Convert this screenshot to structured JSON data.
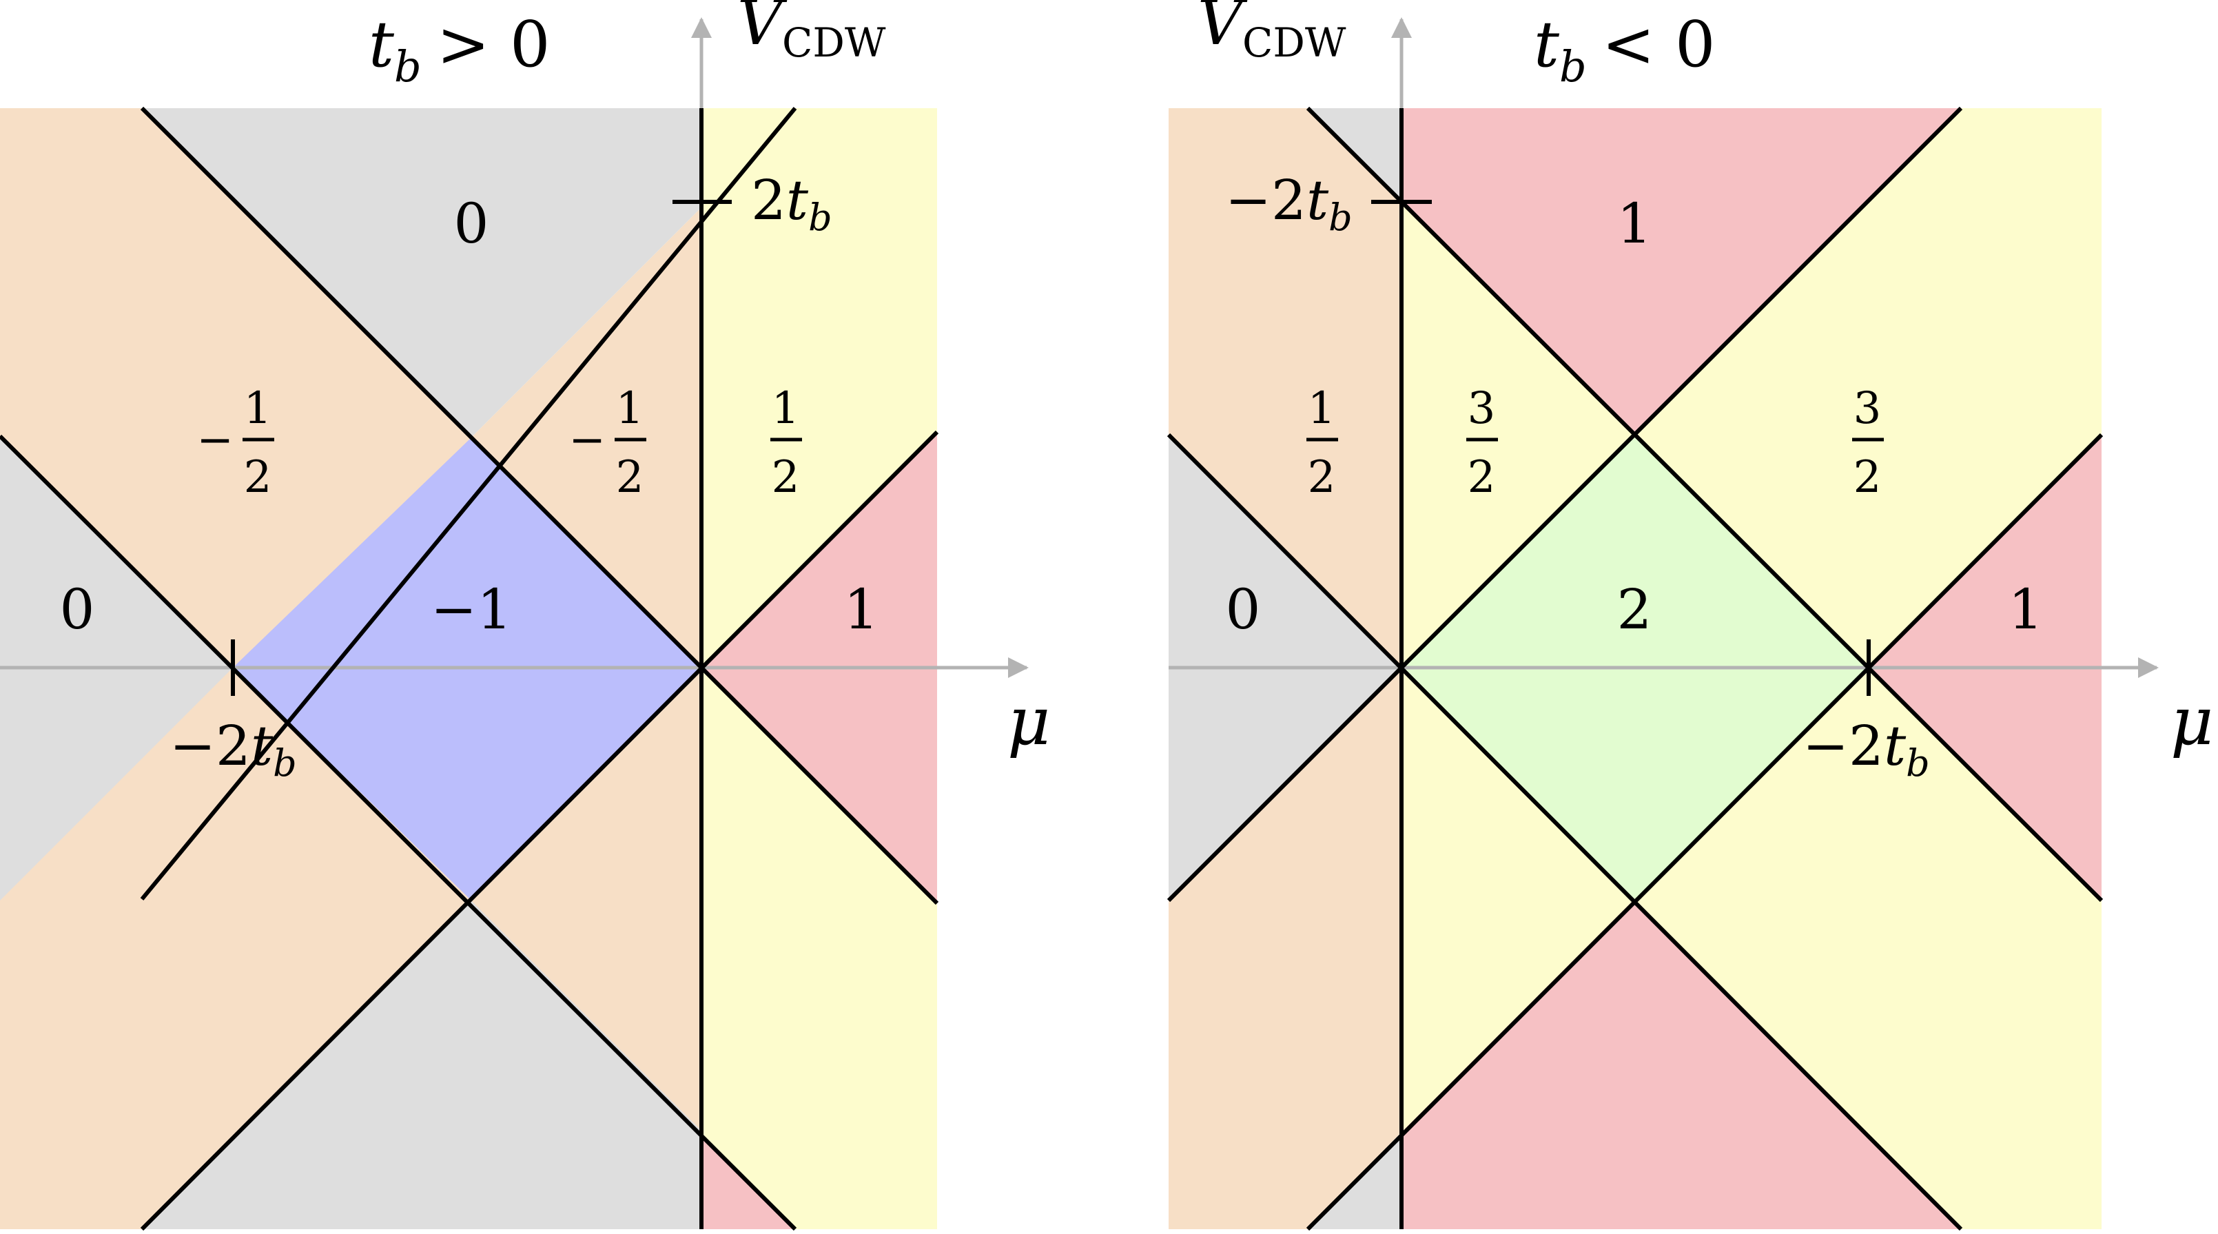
{
  "colors": {
    "gray": "#dedede",
    "orange": "#f7dfc6",
    "yellow": "#fdfccd",
    "red": "#f6c1c4",
    "blue": "#bbbefc",
    "green": "#e2fcd0",
    "axis": "#b3b3b3",
    "line": "#000000"
  },
  "panels": [
    {
      "id": "left",
      "title": {
        "lhs": "t",
        "sub": "b",
        "op": "> 0"
      },
      "axis_y_label": {
        "main": "V",
        "sub": "CDW"
      },
      "axis_x_label": "μ",
      "tick_labels": {
        "vertical": {
          "sign": "",
          "coef": "2",
          "t": "t",
          "sub": "b"
        },
        "horizontal": {
          "sign": "−",
          "coef": "2",
          "t": "t",
          "sub": "b"
        }
      },
      "regions": [
        {
          "value": "0"
        },
        {
          "value": "0"
        },
        {
          "value": "1"
        },
        {
          "value": "−1"
        }
      ],
      "fractions": [
        {
          "sign": "−",
          "num": "1",
          "den": "2"
        },
        {
          "sign": "−",
          "num": "1",
          "den": "2"
        },
        {
          "sign": "",
          "num": "1",
          "den": "2"
        }
      ]
    },
    {
      "id": "right",
      "title": {
        "lhs": "t",
        "sub": "b",
        "op": "< 0"
      },
      "axis_y_label": {
        "main": "V",
        "sub": "CDW"
      },
      "axis_x_label": "μ",
      "tick_labels": {
        "vertical": {
          "sign": "−",
          "coef": "2",
          "t": "t",
          "sub": "b"
        },
        "horizontal": {
          "sign": "−",
          "coef": "2",
          "t": "t",
          "sub": "b"
        }
      },
      "regions": [
        {
          "value": "1"
        },
        {
          "value": "0"
        },
        {
          "value": "2"
        },
        {
          "value": "1"
        }
      ],
      "fractions": [
        {
          "sign": "",
          "num": "1",
          "den": "2"
        },
        {
          "sign": "",
          "num": "3",
          "den": "2"
        },
        {
          "sign": "",
          "num": "3",
          "den": "2"
        }
      ]
    }
  ]
}
